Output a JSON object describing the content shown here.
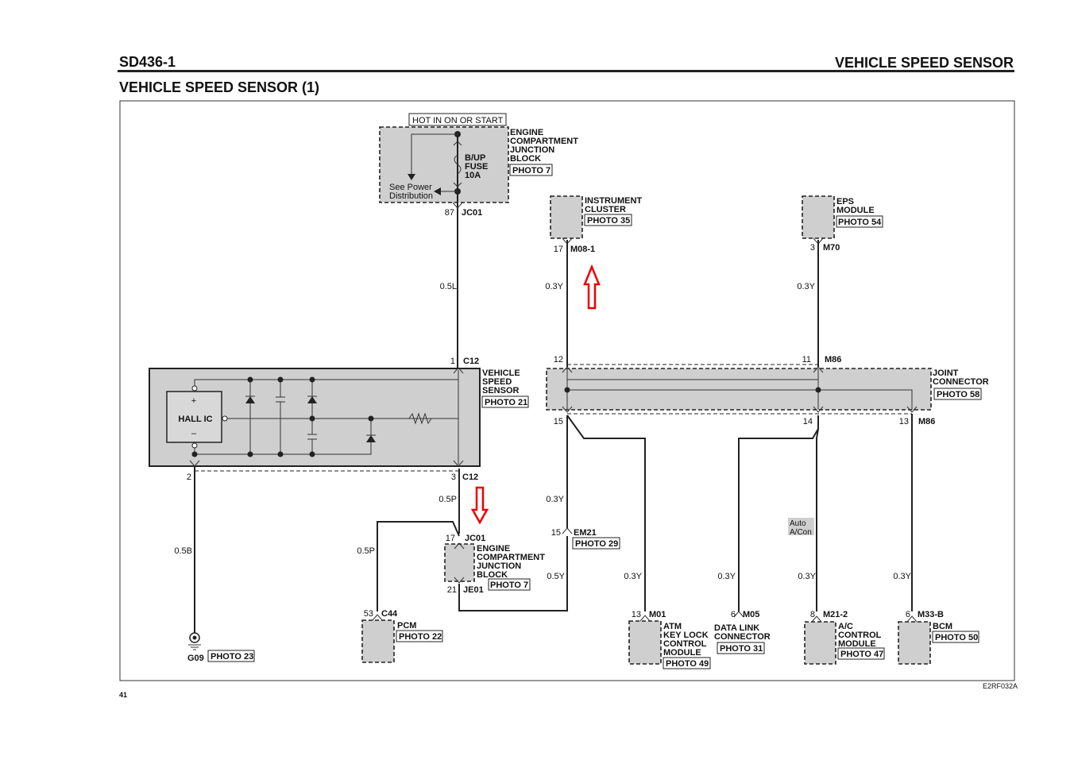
{
  "header": {
    "code": "SD436-1",
    "section": "VEHICLE SPEED SENSOR",
    "title": "VEHICLE SPEED SENSOR (1)"
  },
  "footer": {
    "page": "41",
    "figure_id": "E2RF032A"
  },
  "colors": {
    "annotation_arrow": "#e00000",
    "component_fill": "#cfcfcf"
  },
  "power": {
    "label": "HOT IN ON OR START"
  },
  "ecjb_top": {
    "lines": [
      "ENGINE",
      "COMPARTMENT",
      "JUNCTION",
      "BLOCK"
    ],
    "photo": "PHOTO 7",
    "fuse": [
      "B/UP",
      "FUSE",
      "10A"
    ],
    "see": [
      "See Power",
      "Distribution"
    ],
    "pin": "87",
    "conn": "JC01"
  },
  "wire_05L": "0.5L",
  "vss": {
    "lines": [
      "VEHICLE",
      "SPEED",
      "SENSOR"
    ],
    "photo": "PHOTO 21",
    "hall": "HALL IC",
    "plus": "+",
    "minus": "–",
    "pin1": "1",
    "conn1": "C12",
    "pin2": "2",
    "pin3": "3",
    "conn3": "C12"
  },
  "ground": {
    "wire": "0.5B",
    "conn": "G09",
    "photo": "PHOTO 23"
  },
  "ecjb_bottom": {
    "wire_in": "0.5P",
    "pin_in": "17",
    "conn_in": "JC01",
    "lines": [
      "ENGINE",
      "COMPARTMENT",
      "JUNCTION",
      "BLOCK"
    ],
    "photo": "PHOTO 7",
    "pin_out": "21",
    "conn_out": "JE01"
  },
  "pcm": {
    "wire": "0.5P",
    "pin": "53",
    "conn": "C44",
    "label": "PCM",
    "photo": "PHOTO 22"
  },
  "cluster": {
    "lines": [
      "INSTRUMENT",
      "CLUSTER"
    ],
    "photo": "PHOTO 35",
    "pin": "17",
    "conn": "M08-1",
    "wire": "0.3Y"
  },
  "eps": {
    "lines": [
      "EPS",
      "MODULE"
    ],
    "photo": "PHOTO 54",
    "pin": "3",
    "conn": "M70",
    "wire": "0.3Y"
  },
  "joint": {
    "lines": [
      "JOINT",
      "CONNECTOR"
    ],
    "photo": "PHOTO 58",
    "pin12": "12",
    "pin11": "11",
    "conn_top": "M86",
    "pin15": "15",
    "pin14": "14",
    "pin13": "13",
    "conn_bottom": "M86"
  },
  "em21": {
    "wire_in": "0.3Y",
    "pin": "15",
    "conn": "EM21",
    "photo": "PHOTO 29",
    "wire_out": "0.5Y"
  },
  "atm": {
    "wire": "0.3Y",
    "pin": "13",
    "conn": "M01",
    "lines": [
      "ATM",
      "KEY LOCK",
      "CONTROL",
      "MODULE"
    ],
    "photo": "PHOTO 49"
  },
  "dlc": {
    "wire": "0.3Y",
    "pin": "6",
    "conn": "M05",
    "lines": [
      "DATA LINK",
      "CONNECTOR"
    ],
    "photo": "PHOTO 31"
  },
  "ac": {
    "option": [
      "Auto",
      "A/Con"
    ],
    "wire": "0.3Y",
    "pin": "8",
    "conn": "M21-2",
    "lines": [
      "A/C",
      "CONTROL",
      "MODULE"
    ],
    "photo": "PHOTO 47"
  },
  "bcm": {
    "wire": "0.3Y",
    "pin": "6",
    "conn": "M33-B",
    "label": "BCM",
    "photo": "PHOTO 50"
  }
}
